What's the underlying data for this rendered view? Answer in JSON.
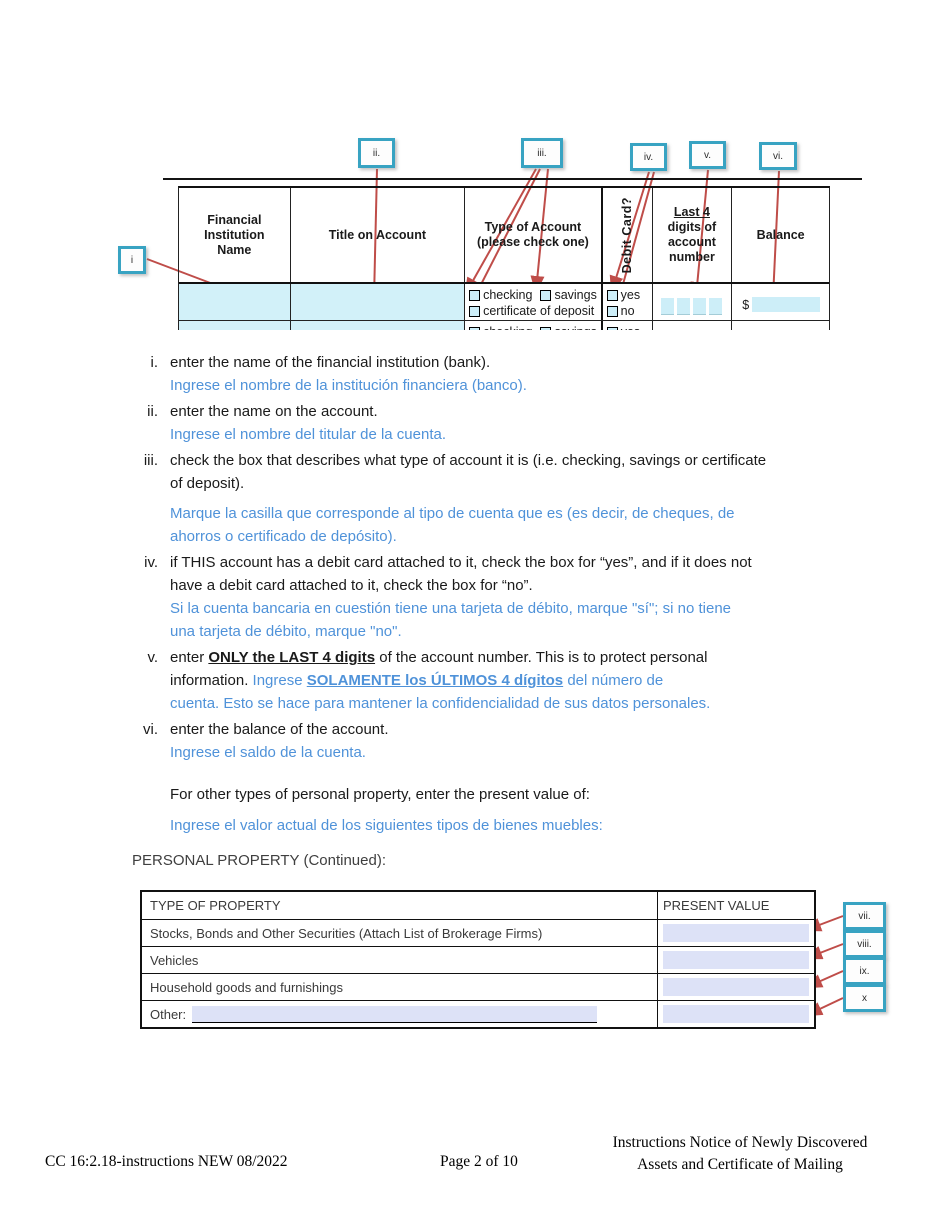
{
  "colors": {
    "callout_border": "#38a3c2",
    "arrow_red": "#bf4d49",
    "field_cyan": "#cdeef8",
    "field_lavender": "#dde2f7",
    "spanish_blue": "#4f92d9"
  },
  "callouts": {
    "top": [
      "i",
      "ii.",
      "iii.",
      "iv.",
      "v.",
      "vi."
    ],
    "bottom": [
      "vii.",
      "viii.",
      "ix.",
      "x"
    ]
  },
  "accounts_table": {
    "header": {
      "financial_lines": [
        "Financial",
        "Institution",
        "Name"
      ],
      "title": "Title on Account",
      "type_lines": [
        "Type of Account",
        "(please check one)"
      ],
      "debit": "Debit Card?",
      "last4_top": "Last 4",
      "last4_lines": [
        "digits of",
        "account",
        "number"
      ],
      "balance": "Balance"
    },
    "row": {
      "type_options": [
        "checking",
        "savings",
        "certificate of deposit"
      ],
      "debit_options": [
        "yes",
        "no"
      ],
      "currency": "$"
    }
  },
  "instructions": [
    {
      "num": "i.",
      "lines": [
        {
          "segs": [
            {
              "t": "enter the name of the financial institution (bank).",
              "s": "en"
            }
          ]
        },
        {
          "segs": [
            {
              "t": "Ingrese el nombre de la institución financiera (banco).",
              "s": "es"
            }
          ]
        }
      ]
    },
    {
      "num": "ii.",
      "lines": [
        {
          "segs": [
            {
              "t": "enter the name on the account.",
              "s": "en"
            }
          ]
        },
        {
          "segs": [
            {
              "t": "Ingrese el nombre del titular de la cuenta.",
              "s": "es"
            }
          ]
        }
      ]
    },
    {
      "num": "iii.",
      "lines": [
        {
          "segs": [
            {
              "t": "check the box that describes what type of account it is (i.e. checking, savings or certificate",
              "s": "en"
            }
          ]
        },
        {
          "segs": [
            {
              "t": "of deposit).",
              "s": "en"
            }
          ]
        },
        {
          "gap": true,
          "segs": [
            {
              "t": "Marque la casilla que corresponde al tipo de cuenta que es (es decir, de cheques, de",
              "s": "es"
            }
          ]
        },
        {
          "segs": [
            {
              "t": "ahorros o certificado de depósito).",
              "s": "es"
            }
          ]
        }
      ]
    },
    {
      "num": "iv.",
      "lines": [
        {
          "segs": [
            {
              "t": "if THIS account has a debit card attached to it, check the box for “yes”, and if it does not",
              "s": "en"
            }
          ]
        },
        {
          "segs": [
            {
              "t": "have a debit card attached to it, check the box for “no”.",
              "s": "en"
            }
          ]
        },
        {
          "segs": [
            {
              "t": "Si la cuenta bancaria en cuestión tiene una tarjeta de débito, marque \"sí\"; si no tiene",
              "s": "es"
            }
          ]
        },
        {
          "segs": [
            {
              "t": "una tarjeta de débito, marque \"no\".",
              "s": "es"
            }
          ]
        }
      ]
    },
    {
      "num": "v.",
      "lines": [
        {
          "segs": [
            {
              "t": "enter ",
              "s": "en"
            },
            {
              "t": "ONLY the LAST 4 digits",
              "s": "enb"
            },
            {
              "t": " of the account number. This is to protect personal",
              "s": "en"
            }
          ]
        },
        {
          "segs": [
            {
              "t": "information. ",
              "s": "en"
            },
            {
              "t": "Ingrese ",
              "s": "es"
            },
            {
              "t": "SOLAMENTE los ÚLTIMOS 4 dígitos",
              "s": "esb"
            },
            {
              "t": " del número de",
              "s": "es"
            }
          ]
        },
        {
          "segs": [
            {
              "t": "cuenta. Esto se hace para mantener la confidencialidad de sus datos personales.",
              "s": "es"
            }
          ]
        }
      ]
    },
    {
      "num": "vi.",
      "lines": [
        {
          "segs": [
            {
              "t": "enter the balance of the account.",
              "s": "en"
            }
          ]
        },
        {
          "segs": [
            {
              "t": "Ingrese el saldo de la cuenta.",
              "s": "es"
            }
          ]
        }
      ]
    }
  ],
  "paragraphs": {
    "en": "For other types of personal property, enter the present value of:",
    "es": "Ingrese el valor actual de los siguientes tipos de bienes muebles:"
  },
  "property_heading": "PERSONAL PROPERTY (Continued):",
  "property_table": {
    "headers": [
      "TYPE OF PROPERTY",
      "PRESENT VALUE"
    ],
    "rows": [
      "Stocks, Bonds and  Other Securities (Attach List of Brokerage Firms)",
      "Vehicles",
      "Household goods and furnishings",
      "Other:"
    ]
  },
  "footer": {
    "left": "CC 16:2.18-instructions NEW 08/2022",
    "center": "Page 2 of 10",
    "right_line1": "Instructions Notice of Newly Discovered",
    "right_line2": "Assets and Certificate of Mailing"
  }
}
